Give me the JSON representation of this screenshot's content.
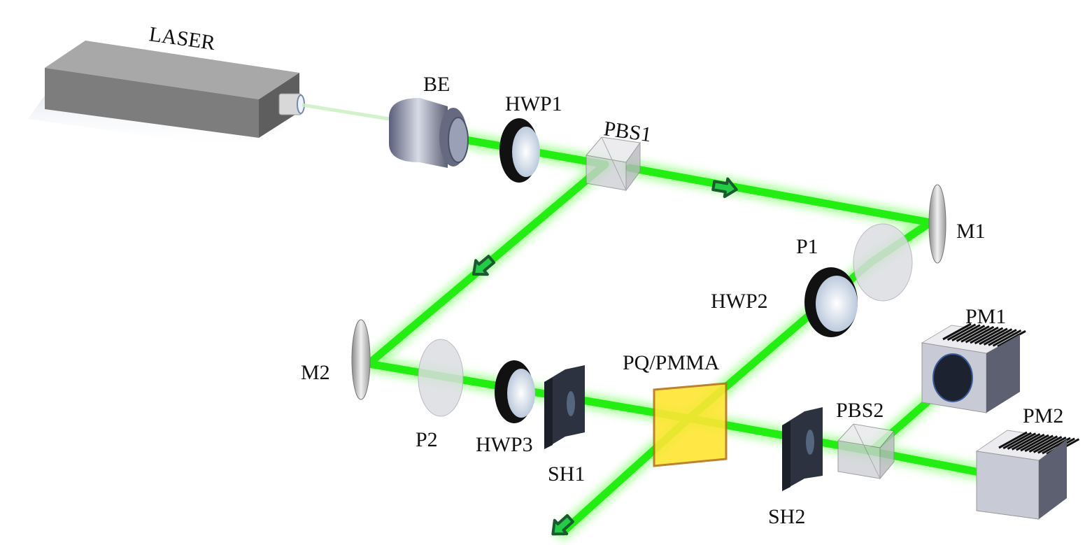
{
  "labels": {
    "laser": "LASER",
    "be": "BE",
    "hwp1": "HWP1",
    "pbs1": "PBS1",
    "m1": "M1",
    "p1": "P1",
    "hwp2": "HWP2",
    "pm1": "PM1",
    "pm2": "PM2",
    "m2": "M2",
    "p2": "P2",
    "hwp3": "HWP3",
    "sh1": "SH1",
    "sample": "PQ/PMMA",
    "pbs2": "PBS2",
    "sh2": "SH2"
  },
  "colors": {
    "beam": "#22ee11",
    "beam_glow": "#8cff7a",
    "arrow_fill": "#22cc44",
    "arrow_stroke": "#1a5a2e",
    "sample_fill": "#ffe633",
    "sample_edge": "#b8741a",
    "laser_body": "#7a7a7a",
    "shutter": "#252a35"
  }
}
